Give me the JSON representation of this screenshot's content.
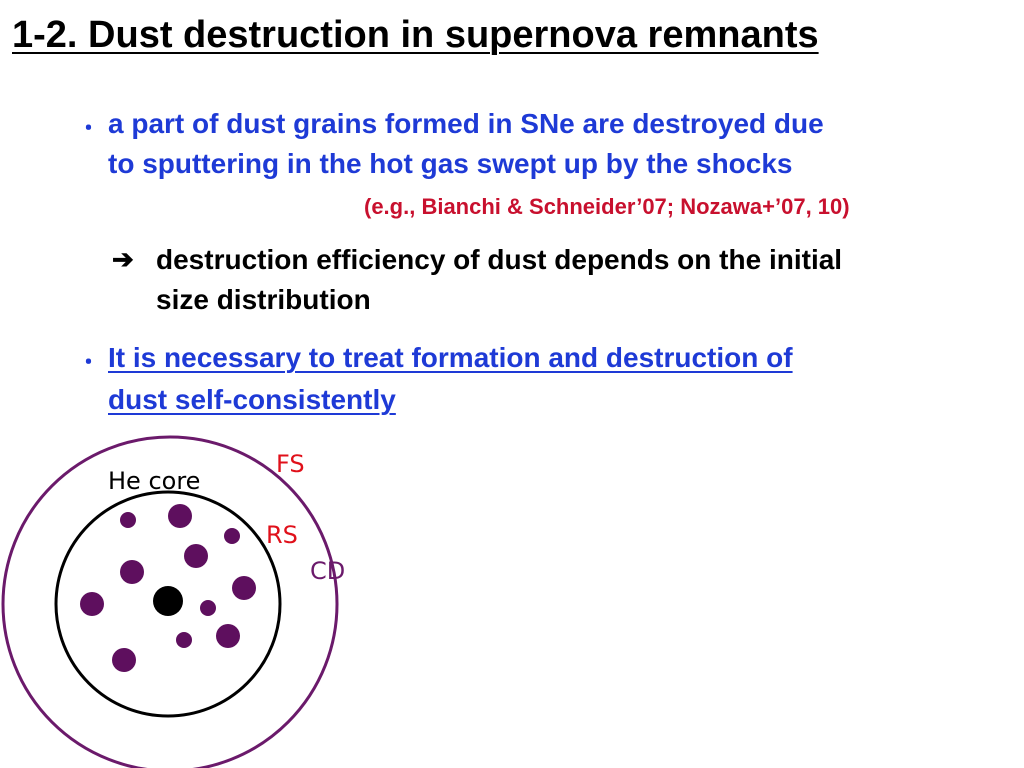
{
  "slide": {
    "title": "1-2. Dust destruction in supernova remnants",
    "bullet1": {
      "marker": "･",
      "line1": "a part of dust grains formed in SNe are destroyed due",
      "line2": "to sputtering in the hot gas swept up by the shocks",
      "reference": "(e.g., Bianchi & Schneider’07; Nozawa+’07, 10)"
    },
    "implication": {
      "marker": "➔",
      "line1": "destruction efficiency of dust depends on the initial",
      "line2": "size distribution"
    },
    "bullet2": {
      "marker": "･",
      "line1": "It is necessary to treat formation and destruction of",
      "line2": "dust self-consistently"
    },
    "diagram": {
      "labels": {
        "he_core": "He core",
        "fs": "FS",
        "rs": "RS",
        "cd": "CD"
      },
      "colors": {
        "outer_shock": "#6b1a6b",
        "grain": "#5e0f5e",
        "core_boundary": "#000000",
        "fs_label": "#e0101a",
        "rs_label": "#e0101a",
        "cd_label": "#6b1a6b"
      }
    }
  }
}
